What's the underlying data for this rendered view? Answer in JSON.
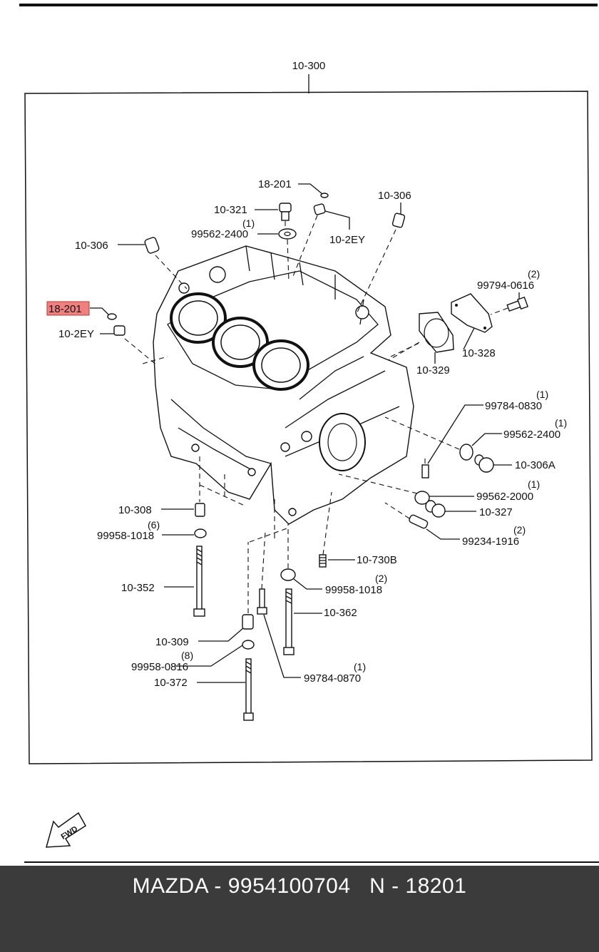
{
  "diagram": {
    "assembly_label": "10-300",
    "highlight_color": "#f08080",
    "callouts": [
      {
        "id": "c1",
        "part": "18-201",
        "qty": "",
        "highlighted": false
      },
      {
        "id": "c2",
        "part": "10-321",
        "qty": "",
        "highlighted": false
      },
      {
        "id": "c3",
        "part": "99562-2400",
        "qty": "(1)",
        "highlighted": false
      },
      {
        "id": "c4",
        "part": "10-2EY",
        "qty": "",
        "highlighted": false
      },
      {
        "id": "c5",
        "part": "10-306",
        "qty": "",
        "highlighted": false
      },
      {
        "id": "c6",
        "part": "10-306",
        "qty": "",
        "highlighted": false
      },
      {
        "id": "c7",
        "part": "18-201",
        "qty": "",
        "highlighted": true
      },
      {
        "id": "c8",
        "part": "10-2EY",
        "qty": "",
        "highlighted": false
      },
      {
        "id": "c9",
        "part": "99794-0616",
        "qty": "(2)",
        "highlighted": false
      },
      {
        "id": "c10",
        "part": "10-328",
        "qty": "",
        "highlighted": false
      },
      {
        "id": "c11",
        "part": "10-329",
        "qty": "",
        "highlighted": false
      },
      {
        "id": "c12",
        "part": "99784-0830",
        "qty": "(1)",
        "highlighted": false
      },
      {
        "id": "c13",
        "part": "99562-2400",
        "qty": "(1)",
        "highlighted": false
      },
      {
        "id": "c14",
        "part": "10-306A",
        "qty": "",
        "highlighted": false
      },
      {
        "id": "c15",
        "part": "99562-2000",
        "qty": "(1)",
        "highlighted": false
      },
      {
        "id": "c16",
        "part": "10-327",
        "qty": "",
        "highlighted": false
      },
      {
        "id": "c17",
        "part": "99234-1916",
        "qty": "(2)",
        "highlighted": false
      },
      {
        "id": "c18",
        "part": "10-308",
        "qty": "",
        "highlighted": false
      },
      {
        "id": "c19",
        "part": "99958-1018",
        "qty": "(6)",
        "highlighted": false
      },
      {
        "id": "c20",
        "part": "10-730B",
        "qty": "",
        "highlighted": false
      },
      {
        "id": "c21",
        "part": "99958-1018",
        "qty": "(2)",
        "highlighted": false
      },
      {
        "id": "c22",
        "part": "10-352",
        "qty": "",
        "highlighted": false
      },
      {
        "id": "c23",
        "part": "10-362",
        "qty": "",
        "highlighted": false
      },
      {
        "id": "c24",
        "part": "10-309",
        "qty": "",
        "highlighted": false
      },
      {
        "id": "c25",
        "part": "99958-0816",
        "qty": "(8)",
        "highlighted": false
      },
      {
        "id": "c26",
        "part": "10-372",
        "qty": "",
        "highlighted": false
      },
      {
        "id": "c27",
        "part": "99784-0870",
        "qty": "(1)",
        "highlighted": false
      }
    ],
    "fwd_label": "FWD"
  },
  "footer": {
    "brand": "MAZDA",
    "part_number": "9954100704",
    "ref": "N - 18201",
    "background": "#3b3b3b"
  }
}
